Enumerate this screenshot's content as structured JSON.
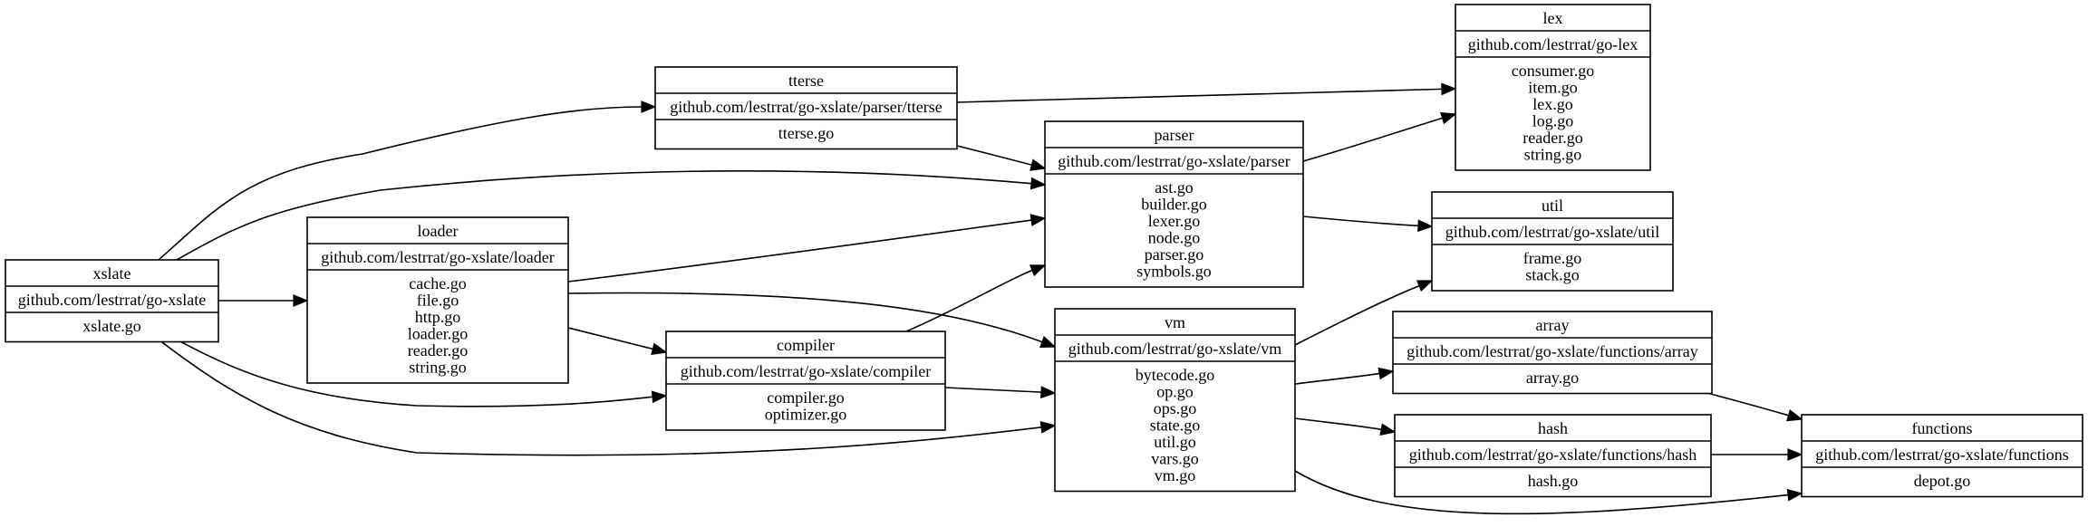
{
  "nodes": {
    "xslate": {
      "title": "xslate",
      "path": "github.com/lestrrat/go-xslate",
      "files": [
        "xslate.go"
      ]
    },
    "tterse": {
      "title": "tterse",
      "path": "github.com/lestrrat/go-xslate/parser/tterse",
      "files": [
        "tterse.go"
      ]
    },
    "loader": {
      "title": "loader",
      "path": "github.com/lestrrat/go-xslate/loader",
      "files": [
        "cache.go",
        "file.go",
        "http.go",
        "loader.go",
        "reader.go",
        "string.go"
      ]
    },
    "compiler": {
      "title": "compiler",
      "path": "github.com/lestrrat/go-xslate/compiler",
      "files": [
        "compiler.go",
        "optimizer.go"
      ]
    },
    "parser": {
      "title": "parser",
      "path": "github.com/lestrrat/go-xslate/parser",
      "files": [
        "ast.go",
        "builder.go",
        "lexer.go",
        "node.go",
        "parser.go",
        "symbols.go"
      ]
    },
    "vm": {
      "title": "vm",
      "path": "github.com/lestrrat/go-xslate/vm",
      "files": [
        "bytecode.go",
        "op.go",
        "ops.go",
        "state.go",
        "util.go",
        "vars.go",
        "vm.go"
      ]
    },
    "lex": {
      "title": "lex",
      "path": "github.com/lestrrat/go-lex",
      "files": [
        "consumer.go",
        "item.go",
        "lex.go",
        "log.go",
        "reader.go",
        "string.go"
      ]
    },
    "util": {
      "title": "util",
      "path": "github.com/lestrrat/go-xslate/util",
      "files": [
        "frame.go",
        "stack.go"
      ]
    },
    "array": {
      "title": "array",
      "path": "github.com/lestrrat/go-xslate/functions/array",
      "files": [
        "array.go"
      ]
    },
    "hash": {
      "title": "hash",
      "path": "github.com/lestrrat/go-xslate/functions/hash",
      "files": [
        "hash.go"
      ]
    },
    "functions": {
      "title": "functions",
      "path": "github.com/lestrrat/go-xslate/functions",
      "files": [
        "depot.go"
      ]
    }
  },
  "edges": [
    {
      "from": "xslate",
      "to": "tterse"
    },
    {
      "from": "xslate",
      "to": "parser"
    },
    {
      "from": "xslate",
      "to": "loader"
    },
    {
      "from": "xslate",
      "to": "compiler"
    },
    {
      "from": "xslate",
      "to": "vm"
    },
    {
      "from": "tterse",
      "to": "lex"
    },
    {
      "from": "tterse",
      "to": "parser"
    },
    {
      "from": "loader",
      "to": "parser"
    },
    {
      "from": "loader",
      "to": "vm"
    },
    {
      "from": "loader",
      "to": "compiler"
    },
    {
      "from": "compiler",
      "to": "parser"
    },
    {
      "from": "compiler",
      "to": "vm"
    },
    {
      "from": "parser",
      "to": "lex"
    },
    {
      "from": "parser",
      "to": "util"
    },
    {
      "from": "vm",
      "to": "util"
    },
    {
      "from": "vm",
      "to": "array"
    },
    {
      "from": "vm",
      "to": "hash"
    },
    {
      "from": "vm",
      "to": "functions"
    },
    {
      "from": "array",
      "to": "functions"
    },
    {
      "from": "hash",
      "to": "functions"
    }
  ]
}
